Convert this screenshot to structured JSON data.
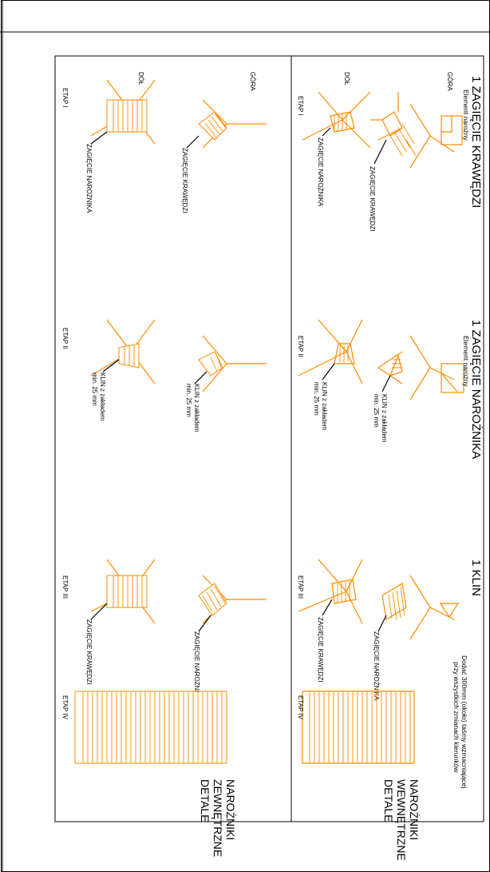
{
  "headings": {
    "edge_fold": "1 ZAGIĘCIE KRAWĘDZI",
    "corner_fold": "1 ZAGIĘCIE NAROŻNIKA",
    "wedge": "1 KLIN"
  },
  "legend": {
    "corner_element_1": "Element narożny",
    "corner_element_2": "Element narożny",
    "tape_note_line1": "Dodać 300mm (około) taśmy wzmacniającej",
    "tape_note_line2": "przy wszystkich zmianach kierunków"
  },
  "internal": {
    "title_lines": [
      "NAROŻNIKI",
      "WEWNĘTRZNE",
      "DETALE"
    ],
    "gora": "GÓRA",
    "dol": "DÓŁ",
    "callout_edge": "ZAGIĘCIE KRAWĘDZI",
    "callout_corner": "ZAGIĘCIE NAROŻNIKA",
    "callout_wedge_top_1": "KLIN z zakładem",
    "callout_wedge_top_2": "min. 25 mm",
    "callout_wedge_bottom_1": "KLIN z zakładem",
    "callout_wedge_bottom_2": "min. 25 mm",
    "callout_stage3_top": "ZAGIĘCIE NAROŻNIKA",
    "callout_stage3_bottom": "ZAGIĘCIE KRAWĘDZI",
    "stages": [
      "ETAP I",
      "ETAP II",
      "ETAP III",
      "ETAP IV"
    ]
  },
  "external": {
    "title_lines": [
      "NAROŻNIKI",
      "ZEWNĘTRZNE",
      "DETALE"
    ],
    "gora": "GÓRA",
    "dol": "DÓŁ",
    "callout_edge": "ZAGIĘCIE KRAWĘDZI",
    "callout_corner": "ZAGIĘCIE NAROŻNIKA",
    "callout_wedge_top_1": "KLIN z zakładem",
    "callout_wedge_top_2": "min. 25 mm",
    "callout_wedge_bottom_1": "KLIN z zakładem",
    "callout_wedge_bottom_2": "min. 25 mm",
    "callout_stage3_top": "ZAGIĘCIE NAROŻNIKA",
    "callout_stage3_bottom": "ZAGIĘCIE KRAWĘDZI",
    "stages": [
      "ETAP I",
      "ETAP II",
      "ETAP III",
      "ETAP IV"
    ]
  },
  "colors": {
    "drawing": "#ff8a00",
    "lines": "#000000",
    "background": "#ffffff"
  }
}
